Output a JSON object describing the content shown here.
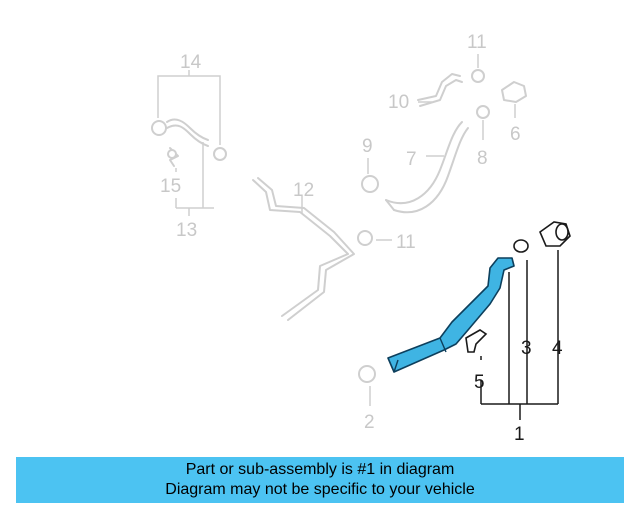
{
  "callouts": {
    "n1": "1",
    "n2": "2",
    "n3": "3",
    "n4": "4",
    "n5": "5",
    "n6": "6",
    "n7": "7",
    "n8": "8",
    "n9": "9",
    "n10": "10",
    "n11a": "11",
    "n11b": "11",
    "n12": "12",
    "n13": "13",
    "n14": "14",
    "n15": "15"
  },
  "banner": {
    "line1": "Part or sub-assembly is #1 in diagram",
    "line2": "Diagram may not be specific to your vehicle"
  },
  "colors": {
    "highlight": "#3fb4e3",
    "banner": "#4cc3f2",
    "ghost": "#cfcfcf"
  }
}
